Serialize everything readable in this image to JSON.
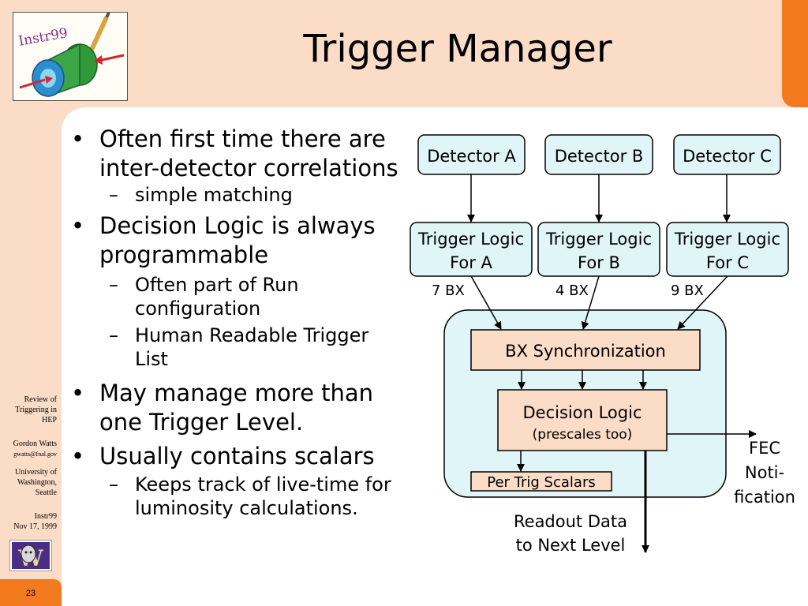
{
  "slide": {
    "title": "Trigger Manager",
    "logo_text": "Instr99",
    "page_number": "23"
  },
  "sidebar": {
    "lines": [
      "Review of",
      "Triggering in",
      "HEP"
    ],
    "author": "Gordon Watts",
    "email": "gwatts@fnal.gov",
    "affiliation": [
      "University of",
      "Washington,",
      "Seattle"
    ],
    "event": "Instr99",
    "date": "Nov 17, 1999"
  },
  "bullets": [
    {
      "text": "Often first time there are inter-detector correlations",
      "sub": [
        "simple matching"
      ]
    },
    {
      "text": "Decision Logic is always programmable",
      "sub": [
        "Often part of Run configuration",
        "Human Readable Trigger List"
      ]
    },
    {
      "text": "May manage more than one Trigger Level.",
      "sub": []
    },
    {
      "text": "Usually contains scalars",
      "sub": [
        "Keeps track of live-time for luminosity calculations."
      ]
    }
  ],
  "diagram": {
    "detectors": [
      "Detector A",
      "Detector B",
      "Detector C"
    ],
    "trigger_logic": [
      [
        "Trigger Logic",
        "For A"
      ],
      [
        "Trigger Logic",
        "For B"
      ],
      [
        "Trigger Logic",
        "For C"
      ]
    ],
    "latencies": [
      "7 BX",
      "4 BX",
      "9 BX"
    ],
    "bx_sync": "BX Synchronization",
    "decision_logic": "Decision Logic",
    "decision_note": "(prescales too)",
    "scalars": "Per Trig Scalars",
    "readout": [
      "Readout Data",
      "to Next Level"
    ],
    "fec": [
      "FEC",
      "Noti-",
      "fication"
    ]
  }
}
